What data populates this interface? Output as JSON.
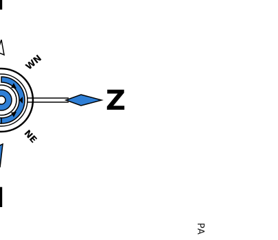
{
  "compass": {
    "east_label": "Z",
    "south_label": "I",
    "northeast_label": "WN",
    "southeast_label": "NE",
    "accent_color": "#2f7fd6",
    "ink_color": "#000000"
  },
  "side_text": "PA"
}
